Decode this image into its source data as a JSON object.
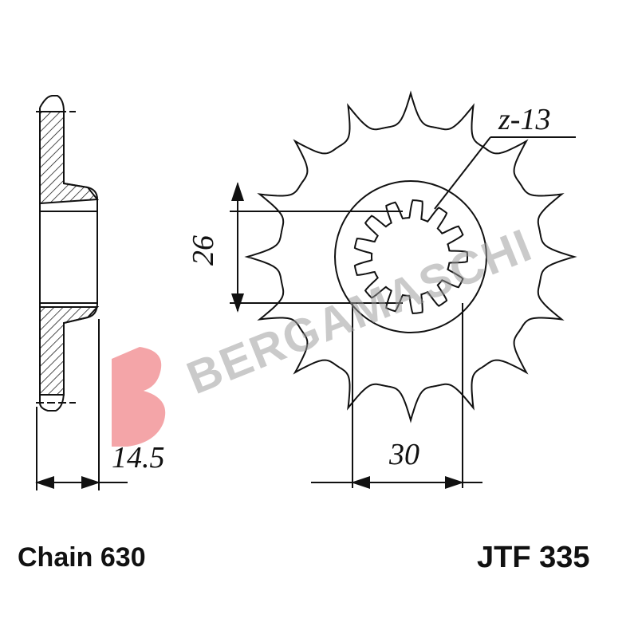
{
  "drawing": {
    "tooth_label": "z-13",
    "teeth_count": 13,
    "dim_inner": "26",
    "dim_hub": "30",
    "dim_thickness": "14.5"
  },
  "footer": {
    "chain": "Chain 630",
    "part_number": "JTF 335"
  },
  "watermark": {
    "text": "BERGAMASCHI",
    "logo_letter": "B",
    "logo_color": "#e8383d",
    "text_color": "#9a9a9a"
  }
}
